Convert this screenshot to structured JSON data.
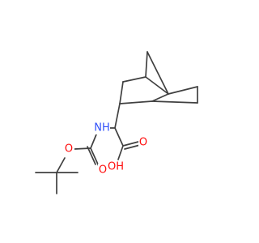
{
  "molecule": {
    "bond_color": "#404040",
    "atoms": {
      "nh": {
        "text": "NH",
        "color": "#3050f8"
      },
      "o_ester": {
        "text": "O",
        "color": "#ff0d0d"
      },
      "o_carbonyl_boc": {
        "text": "O",
        "color": "#ff0d0d"
      },
      "o_carbonyl_acid": {
        "text": "O",
        "color": "#ff0d0d"
      },
      "oh": {
        "text": "OH",
        "color": "#ff0d0d"
      }
    }
  }
}
